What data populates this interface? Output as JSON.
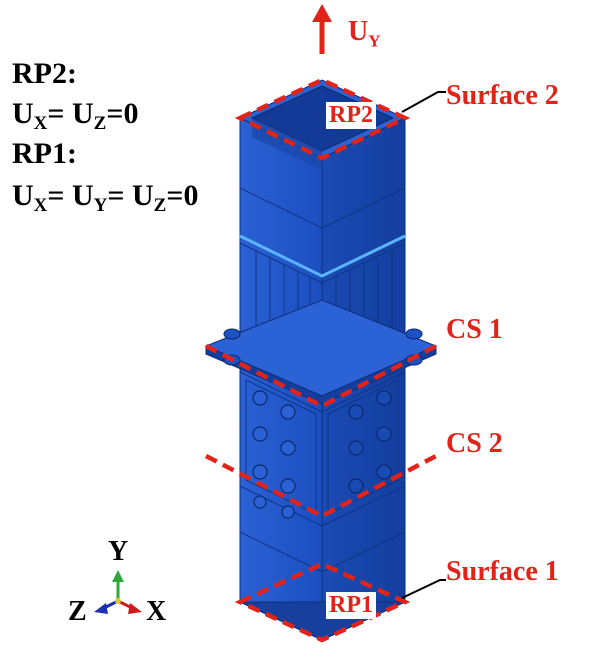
{
  "boundary_conditions": {
    "rp2_heading": "RP2:",
    "rp2_constraint": {
      "a": "U",
      "a_sub": "X",
      "b": "= U",
      "b_sub": "Z",
      "c": "=0"
    },
    "rp1_heading": "RP1:",
    "rp1_constraint": {
      "a": "U",
      "a_sub": "X",
      "b": "= U",
      "b_sub": "Y",
      "c": "= U",
      "c_sub": "Z",
      "d": "=0"
    }
  },
  "load": {
    "symbol": "U",
    "sub": "Y"
  },
  "labels": {
    "rp2": "RP2",
    "rp1": "RP1",
    "surface2": "Surface 2",
    "surface1": "Surface 1",
    "cs1": "CS 1",
    "cs2": "CS 2"
  },
  "triad": {
    "y": "Y",
    "z": "Z",
    "x": "X"
  },
  "colors": {
    "steel_front": "#1f56c8",
    "steel_side": "#1748ae",
    "steel_top": "#2a63d6",
    "annotation_red": "#e2231a",
    "triad_y": "#2fa83a",
    "triad_x": "#d01919",
    "triad_z": "#1b2fb0"
  }
}
